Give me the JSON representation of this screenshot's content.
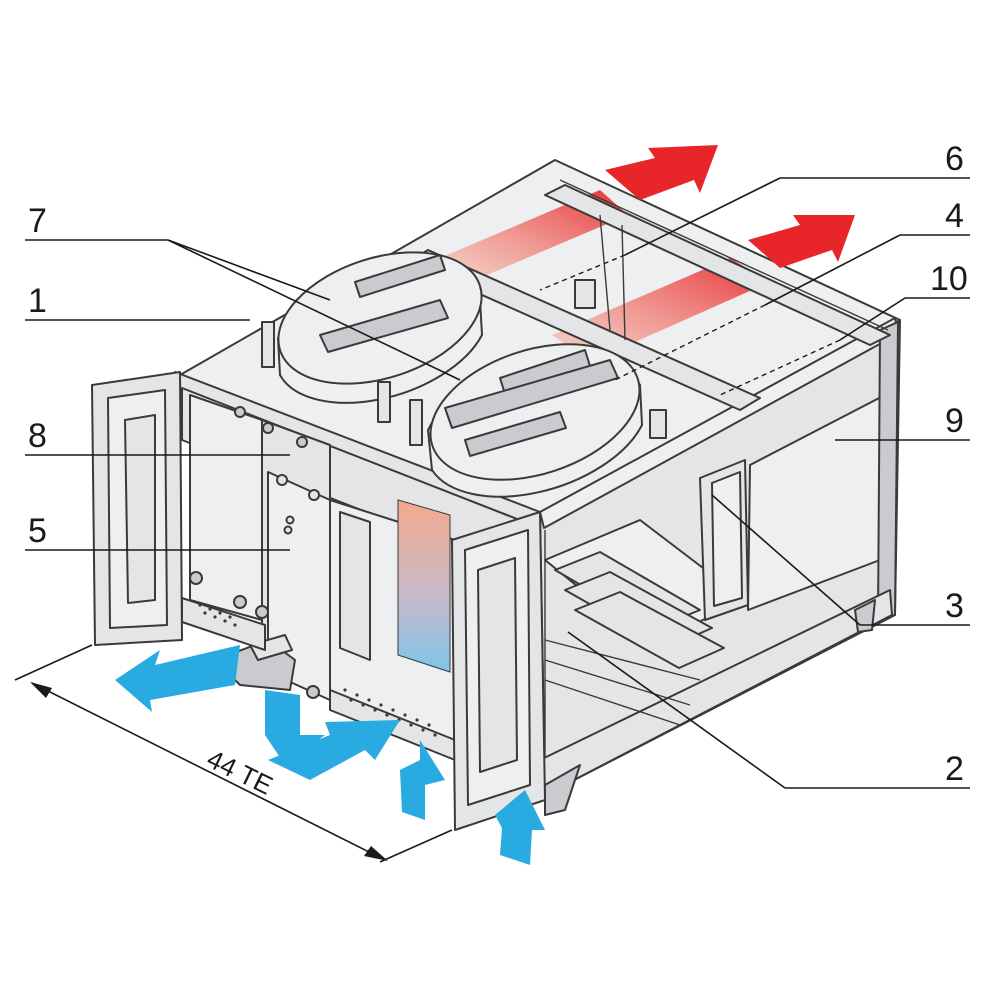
{
  "callouts": [
    {
      "label": "1"
    },
    {
      "label": "2"
    },
    {
      "label": "3"
    },
    {
      "label": "4"
    },
    {
      "label": "5"
    },
    {
      "label": "6"
    },
    {
      "label": "7"
    },
    {
      "label": "8"
    },
    {
      "label": "9"
    },
    {
      "label": "10"
    }
  ],
  "dimension": {
    "label": "44 TE"
  },
  "colors": {
    "hot_air": "#e8262a",
    "hot_air_fade": "#f3a48c",
    "cool_air": "#29abe2",
    "frame_fill": "#e4e5e7",
    "outline": "#3a3a3a"
  },
  "icons": {
    "hot_air_arrow": "red-exhaust-arrow-icon",
    "cool_air_arrow": "blue-intake-arrow-icon",
    "fan": "fan-icon"
  }
}
